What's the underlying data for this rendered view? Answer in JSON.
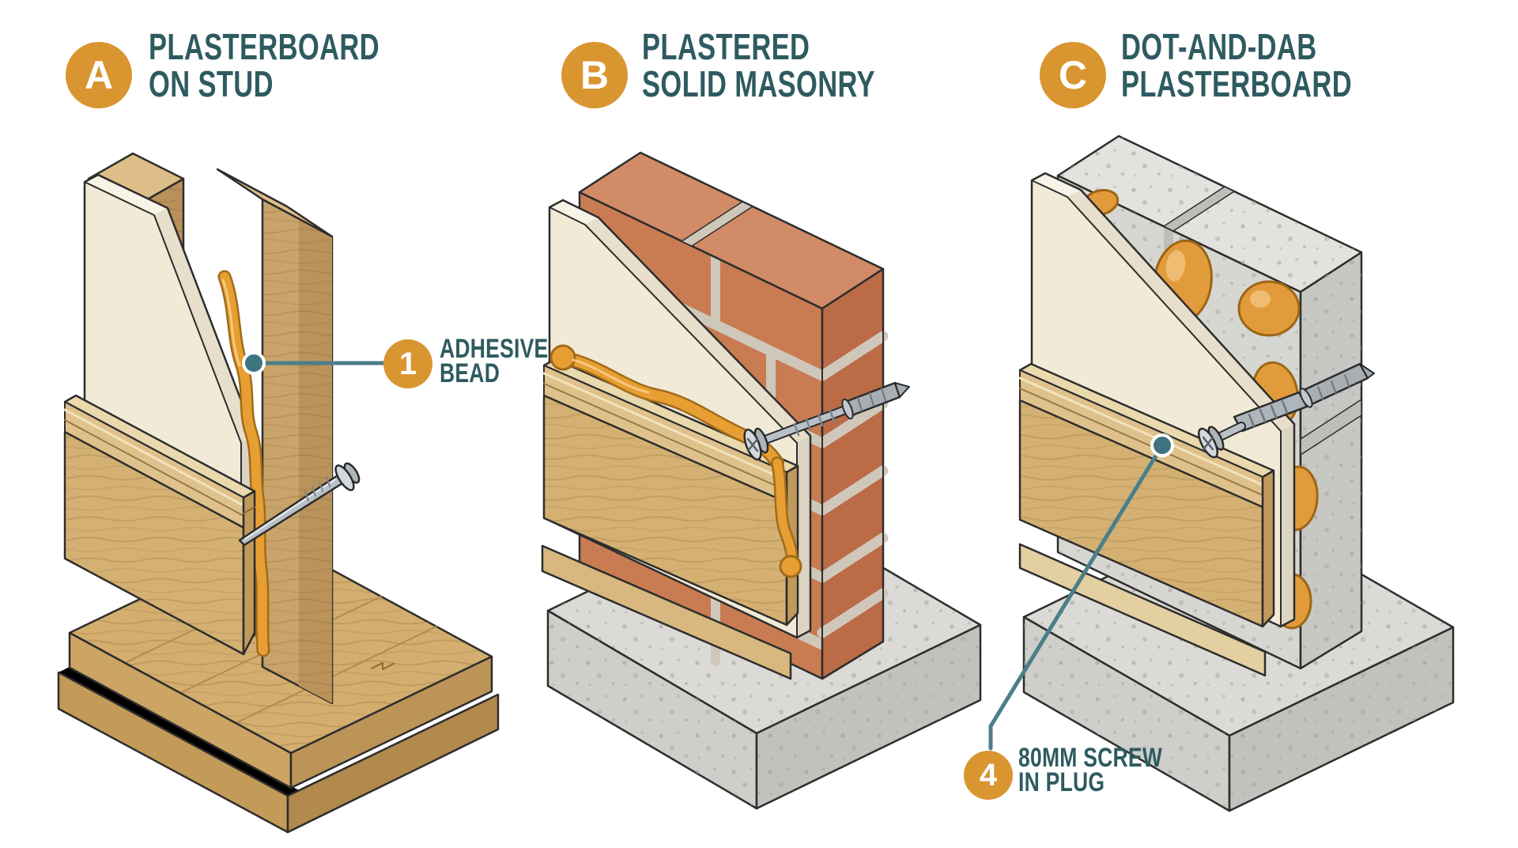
{
  "panels": [
    {
      "badge": "A",
      "title_line1": "PLASTERBOARD",
      "title_line2": "ON STUD"
    },
    {
      "badge": "B",
      "title_line1": "PLASTERED",
      "title_line2": "SOLID MASONRY"
    },
    {
      "badge": "C",
      "title_line1": "DOT-AND-DAB",
      "title_line2": "PLASTERBOARD"
    }
  ],
  "callouts": [
    {
      "number": "1",
      "label_line1": "ADHESIVE",
      "label_line2": "BEAD"
    },
    {
      "number": "4",
      "label_line1": "80MM SCREW",
      "label_line2": "IN PLUG"
    }
  ],
  "colors": {
    "badge_orange": "#D9952F",
    "heading_teal": "#2E5B60",
    "leader_teal": "#4C7E8A",
    "adhesive_orange": "#E79E33",
    "wood": "#D4B172",
    "plasterboard": "#F1EAD7",
    "brick": "#C97C52",
    "concrete": "#D6D6D3",
    "metal": "#B9C0C6"
  }
}
